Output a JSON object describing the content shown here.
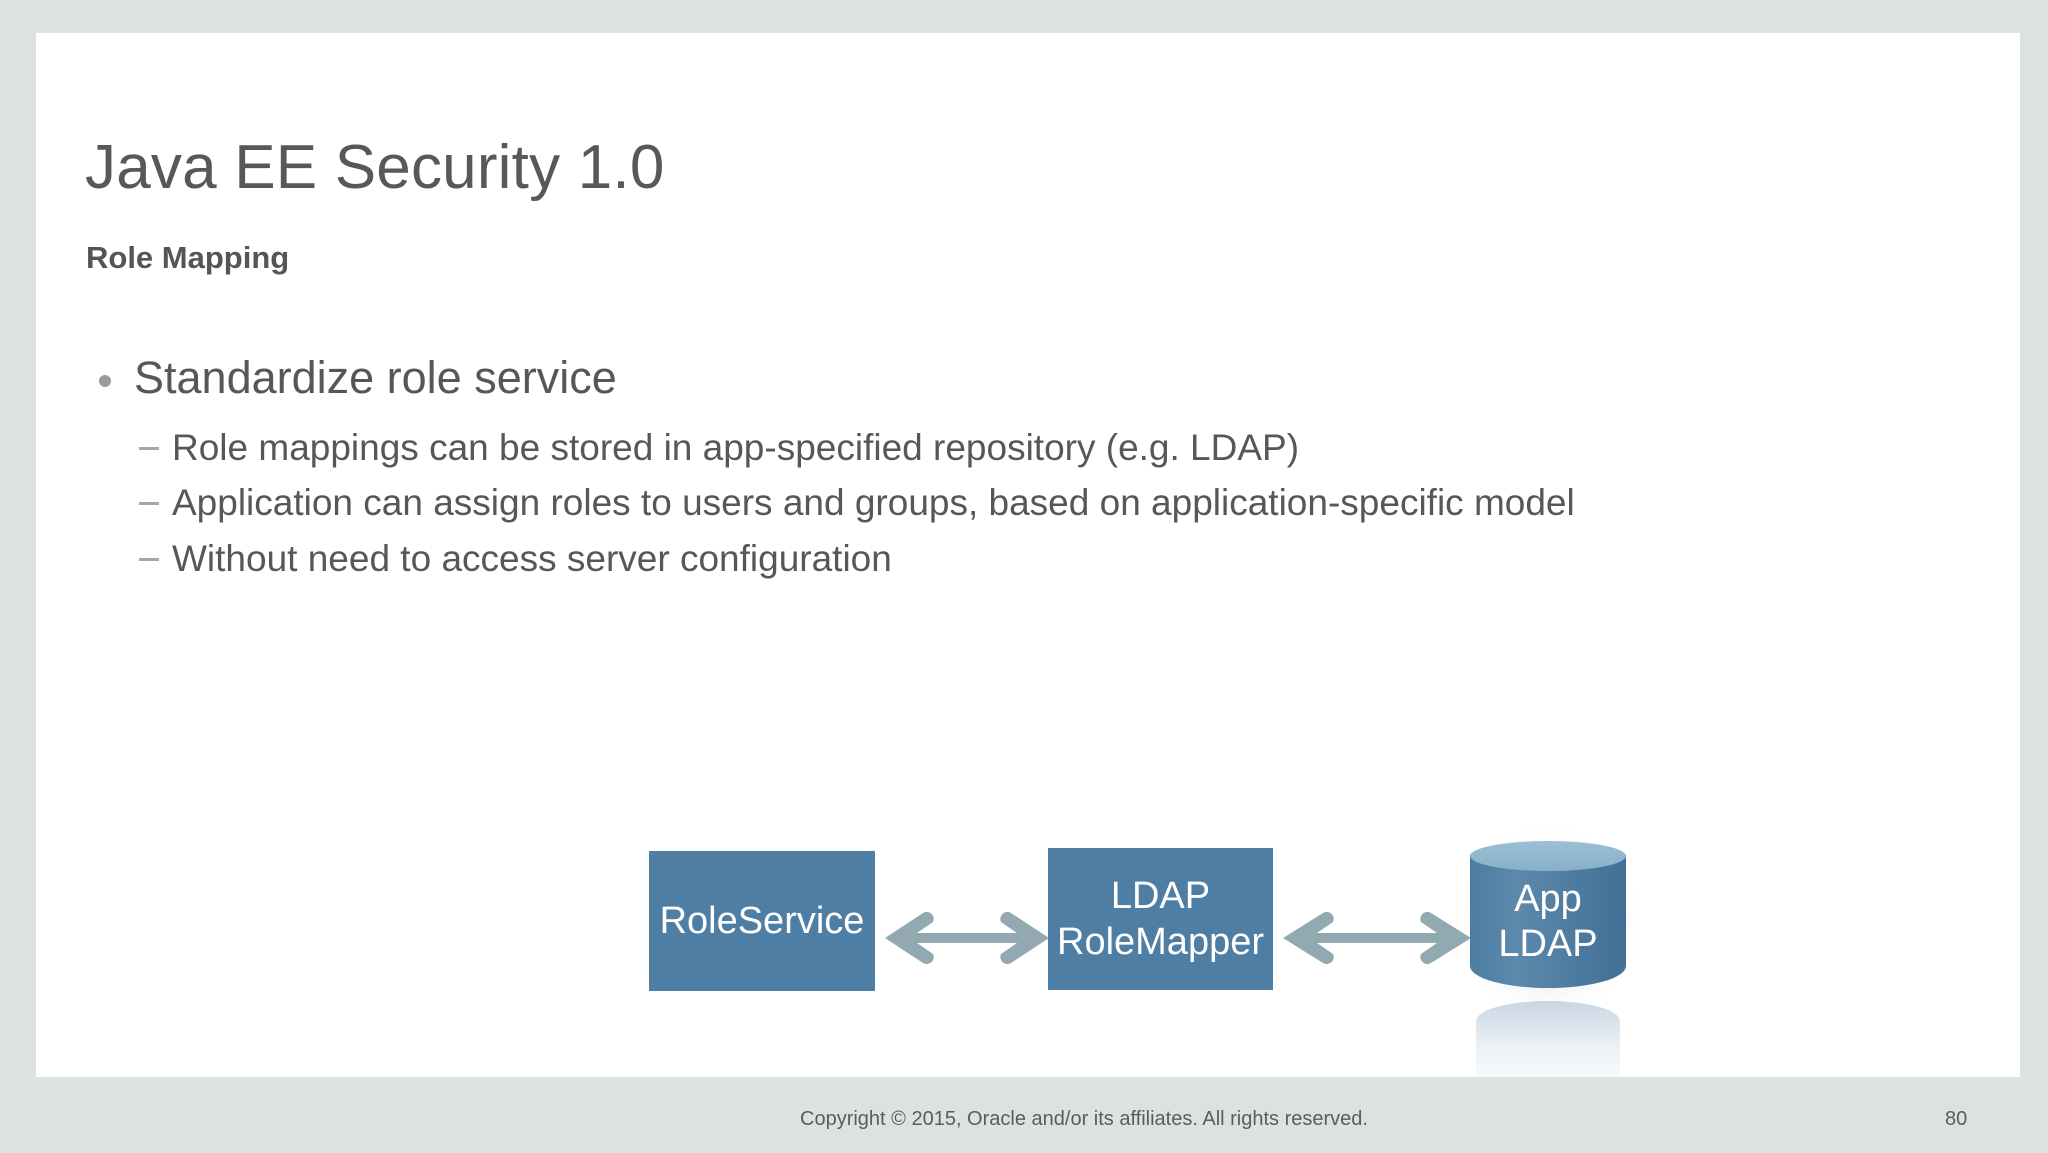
{
  "slide": {
    "title": "Java EE Security 1.0",
    "subtitle": "Role Mapping",
    "bullets": [
      {
        "level": 1,
        "text": "Standardize role service",
        "marker": "round-bullet"
      },
      {
        "level": 2,
        "text": "Role mappings can be stored in app-specified repository (e.g. LDAP)",
        "marker": "dash-bullet"
      },
      {
        "level": 2,
        "text": "Application can assign roles to users and groups, based on application-specific model",
        "marker": "dash-bullet"
      },
      {
        "level": 2,
        "text": "Without need to access server configuration",
        "marker": "dash-bullet"
      }
    ]
  },
  "diagram": {
    "nodes": [
      {
        "id": "roleservice",
        "label": "RoleService",
        "shape": "rectangle"
      },
      {
        "id": "rolemapper",
        "label_line1": "LDAP",
        "label_line2": "RoleMapper",
        "shape": "rectangle"
      },
      {
        "id": "appldap",
        "label_line1": "App",
        "label_line2": "LDAP",
        "shape": "cylinder"
      }
    ],
    "connectors": [
      {
        "id": "connector-1",
        "from": "roleservice",
        "to": "rolemapper",
        "style": "double-headed-arrow"
      },
      {
        "id": "connector-2",
        "from": "rolemapper",
        "to": "appldap",
        "style": "double-headed-arrow"
      }
    ]
  },
  "footer": {
    "copyright": "Copyright © 2015, Oracle and/or its affiliates. All rights reserved.",
    "page_number": "80"
  },
  "colors": {
    "page_background": "#dde2e1",
    "slide_background": "#ffffff",
    "title_text": "#585858",
    "body_text": "#575757",
    "node_fill": "#4e7ea3",
    "node_text": "#ffffff",
    "cylinder_top": "#8cb4cc",
    "arrow": "#93a9b2",
    "bullet_marker": "#9b9b9b",
    "footer_text": "#5c5c5c"
  }
}
